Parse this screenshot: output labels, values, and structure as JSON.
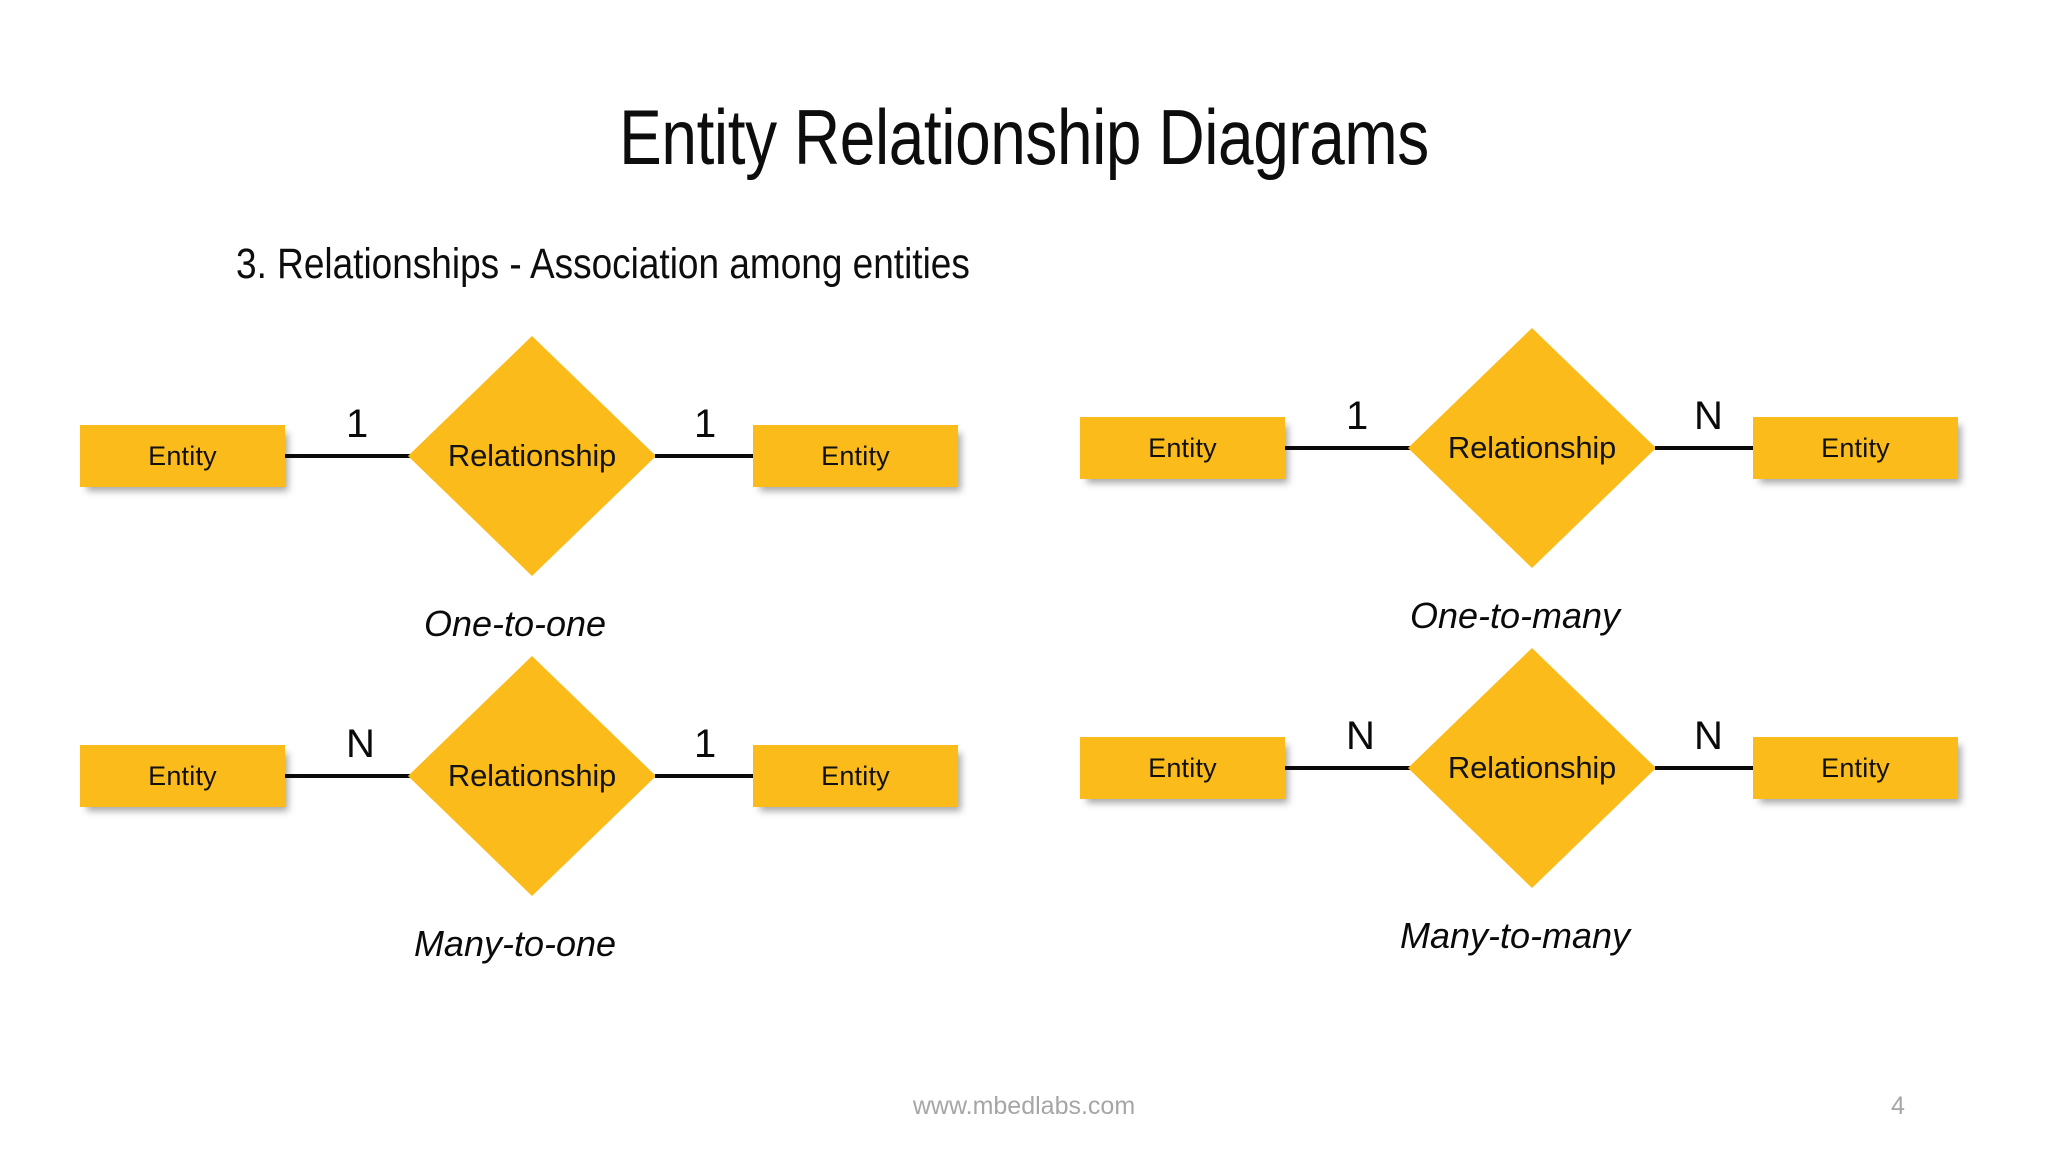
{
  "slide": {
    "title": "Entity Relationship Diagrams",
    "subtitle": "3. Relationships - Association among entities",
    "footer_site": "www.mbedlabs.com",
    "page_number": "4",
    "accent_color": "#fbbc1b",
    "text_color": "#0a0a0a",
    "footer_color": "#a6a6a6",
    "background_color": "#ffffff"
  },
  "diagrams": [
    {
      "id": "one-to-one",
      "left_entity": "Entity",
      "right_entity": "Entity",
      "relationship": "Relationship",
      "left_cardinality": "1",
      "right_cardinality": "1",
      "caption": "One-to-one"
    },
    {
      "id": "one-to-many",
      "left_entity": "Entity",
      "right_entity": "Entity",
      "relationship": "Relationship",
      "left_cardinality": "1",
      "right_cardinality": "N",
      "caption": "One-to-many"
    },
    {
      "id": "many-to-one",
      "left_entity": "Entity",
      "right_entity": "Entity",
      "relationship": "Relationship",
      "left_cardinality": "N",
      "right_cardinality": "1",
      "caption": "Many-to-one"
    },
    {
      "id": "many-to-many",
      "left_entity": "Entity",
      "right_entity": "Entity",
      "relationship": "Relationship",
      "left_cardinality": "N",
      "right_cardinality": "N",
      "caption": "Many-to-many"
    }
  ]
}
